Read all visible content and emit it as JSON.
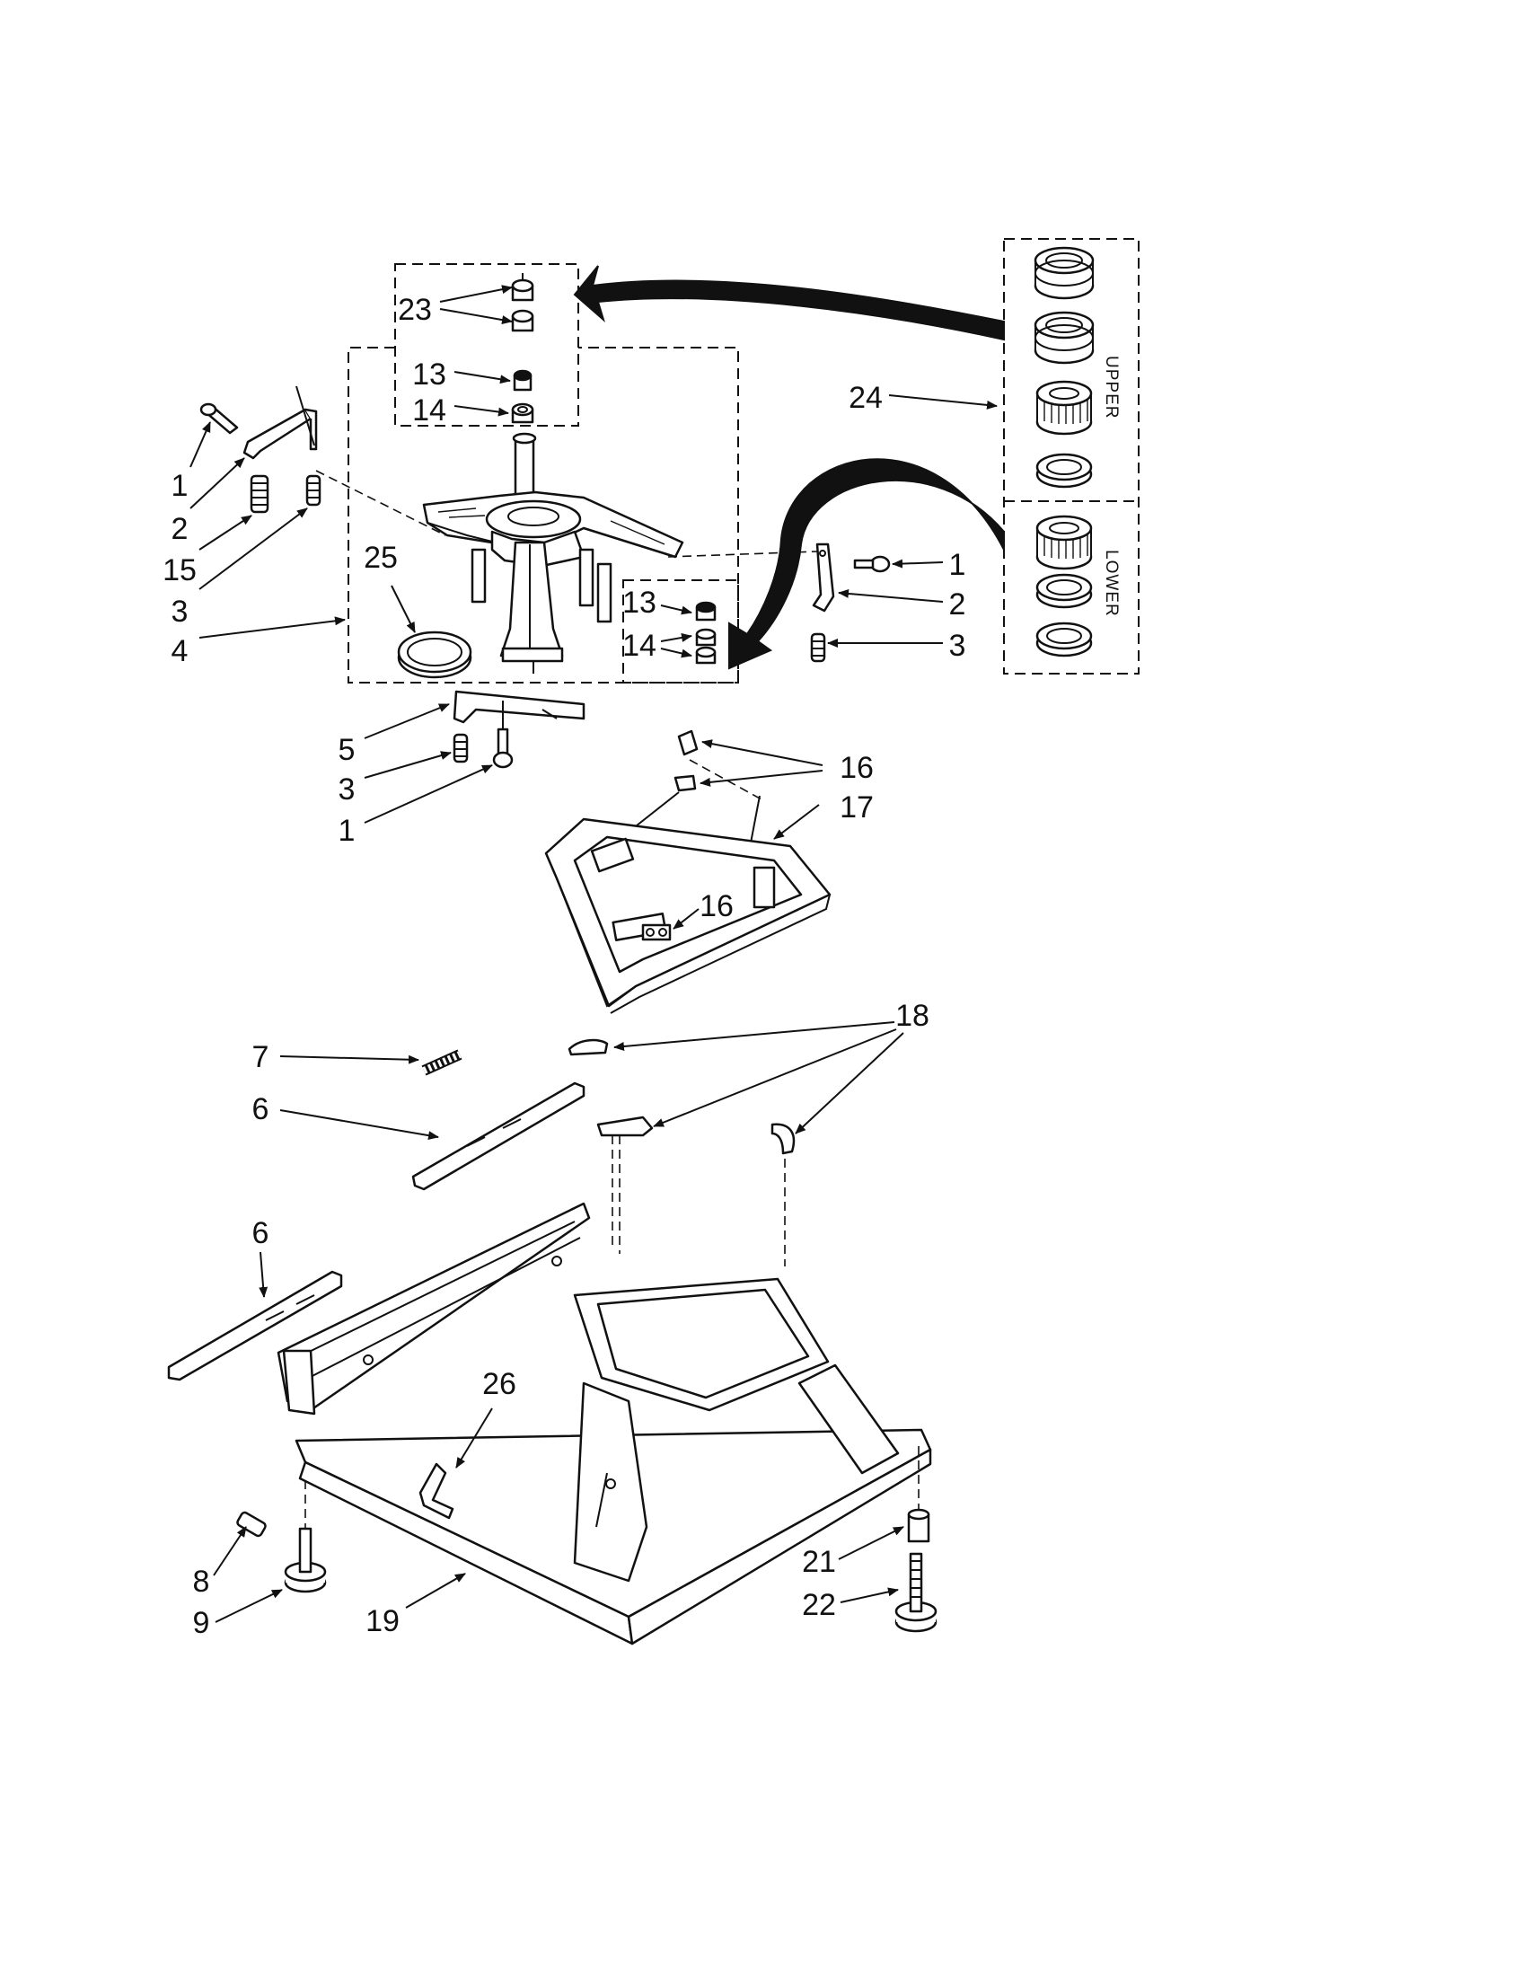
{
  "diagram": {
    "callouts": [
      {
        "id": "c1a",
        "text": "1"
      },
      {
        "id": "c2a",
        "text": "2"
      },
      {
        "id": "c15",
        "text": "15"
      },
      {
        "id": "c3a",
        "text": "3"
      },
      {
        "id": "c4",
        "text": "4"
      },
      {
        "id": "c25",
        "text": "25"
      },
      {
        "id": "c23",
        "text": "23"
      },
      {
        "id": "c13a",
        "text": "13"
      },
      {
        "id": "c14a",
        "text": "14"
      },
      {
        "id": "c24",
        "text": "24"
      },
      {
        "id": "c1b",
        "text": "1"
      },
      {
        "id": "c2b",
        "text": "2"
      },
      {
        "id": "c3b",
        "text": "3"
      },
      {
        "id": "c13b",
        "text": "13"
      },
      {
        "id": "c14b",
        "text": "14"
      },
      {
        "id": "c5",
        "text": "5"
      },
      {
        "id": "c3c",
        "text": "3"
      },
      {
        "id": "c1c",
        "text": "1"
      },
      {
        "id": "c16a",
        "text": "16"
      },
      {
        "id": "c17",
        "text": "17"
      },
      {
        "id": "c16b",
        "text": "16"
      },
      {
        "id": "c18",
        "text": "18"
      },
      {
        "id": "c7",
        "text": "7"
      },
      {
        "id": "c6a",
        "text": "6"
      },
      {
        "id": "c6b",
        "text": "6"
      },
      {
        "id": "c26",
        "text": "26"
      },
      {
        "id": "c8",
        "text": "8"
      },
      {
        "id": "c9",
        "text": "9"
      },
      {
        "id": "c19",
        "text": "19"
      },
      {
        "id": "c21",
        "text": "21"
      },
      {
        "id": "c22",
        "text": "22"
      }
    ],
    "side_labels": {
      "upper": "UPPER",
      "lower": "LOWER"
    }
  }
}
